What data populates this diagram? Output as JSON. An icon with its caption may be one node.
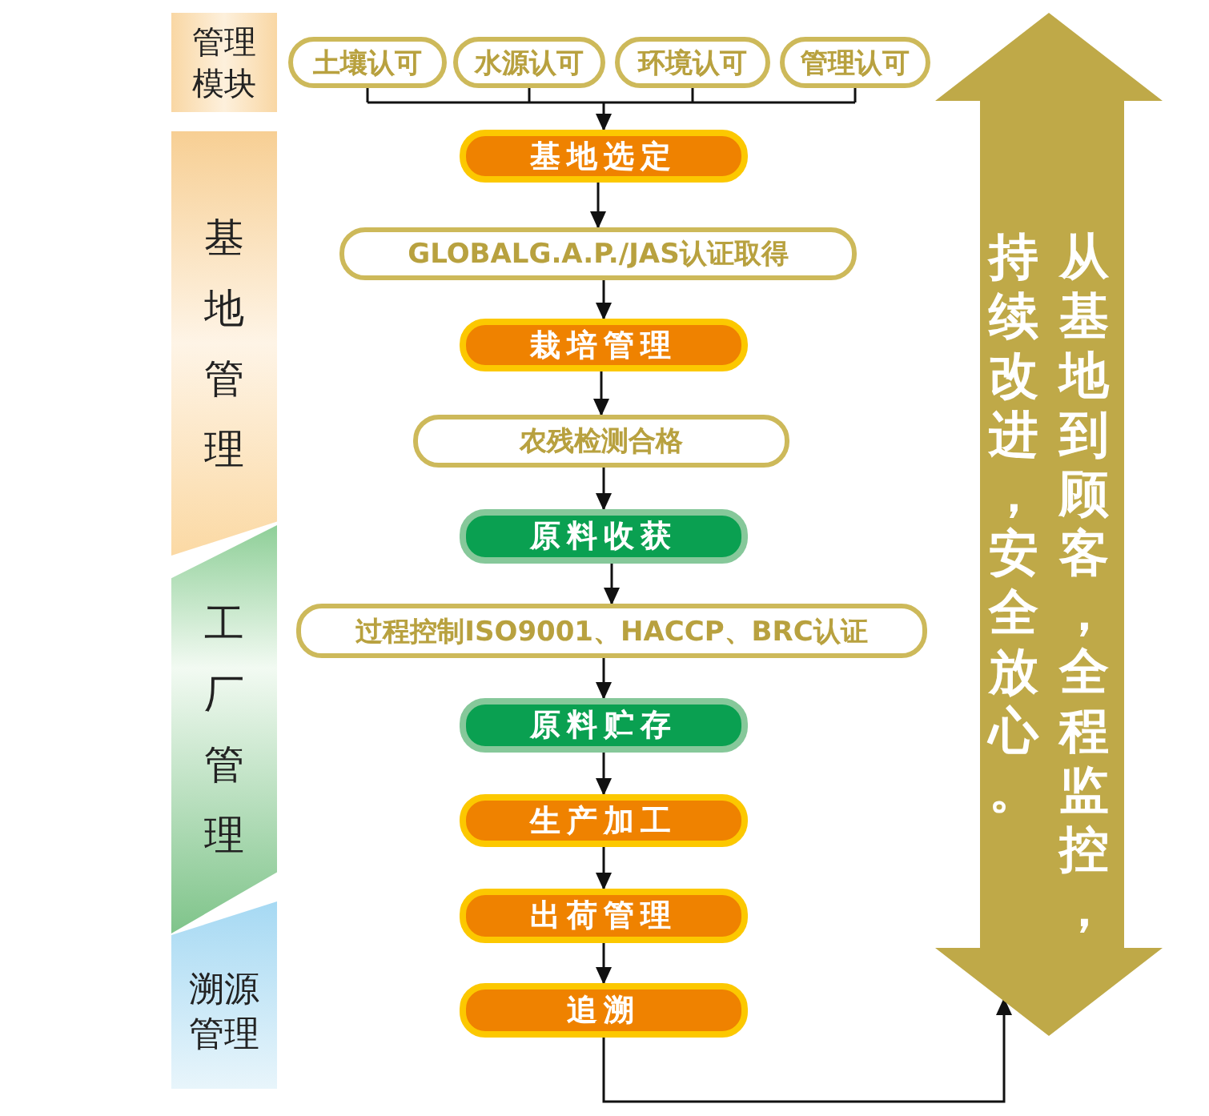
{
  "diagram": {
    "nodes": [
      {
        "text": [
          "管理模块"
        ]
      },
      {
        "text": [
          "土壤认可"
        ]
      },
      {
        "text": [
          "水源认可"
        ]
      },
      {
        "text": [
          "环境认可"
        ]
      },
      {
        "text": [
          "管理认可"
        ]
      },
      {
        "text": [
          "基地管理"
        ]
      },
      {
        "text": [
          "基地选定"
        ]
      },
      {
        "text": [
          "GLOBALG.A.P./JAS认证取得"
        ]
      },
      {
        "text": [
          "栽培管理"
        ]
      },
      {
        "text": [
          "农残检测合格"
        ]
      },
      {
        "text": [
          "原料收获"
        ]
      },
      {
        "text": [
          "工厂管理"
        ]
      },
      {
        "text": [
          "过程控制ISO9001、HACCP、BRC认证"
        ]
      },
      {
        "text": [
          "原料贮存"
        ]
      },
      {
        "text": [
          "生产加工"
        ]
      },
      {
        "text": [
          "出荷管理"
        ]
      },
      {
        "text": [
          "溯源管理"
        ]
      },
      {
        "text": [
          "追溯"
        ]
      },
      {
        "text": [
          "从基地到顾客，全程监控，持续改进，安全放心。"
        ]
      }
    ],
    "edges": [
      {
        "from": 1,
        "to": 6,
        "arrow": "to"
      },
      {
        "from": 2,
        "to": 6,
        "arrow": "to"
      },
      {
        "from": 3,
        "to": 6,
        "arrow": "to"
      },
      {
        "from": 4,
        "to": 6,
        "arrow": "to"
      },
      {
        "from": 6,
        "to": 7,
        "arrow": "to"
      },
      {
        "from": 7,
        "to": 8,
        "arrow": "to"
      },
      {
        "from": 8,
        "to": 9,
        "arrow": "to"
      },
      {
        "from": 9,
        "to": 10,
        "arrow": "to"
      },
      {
        "from": 10,
        "to": 12,
        "arrow": "to"
      },
      {
        "from": 12,
        "to": 13,
        "arrow": "to"
      },
      {
        "from": 13,
        "to": 14,
        "arrow": "to"
      },
      {
        "from": 14,
        "to": 15,
        "arrow": "to"
      },
      {
        "from": 15,
        "to": 17,
        "arrow": "to"
      },
      {
        "from": 17,
        "to": 18,
        "arrow": "to"
      }
    ]
  }
}
